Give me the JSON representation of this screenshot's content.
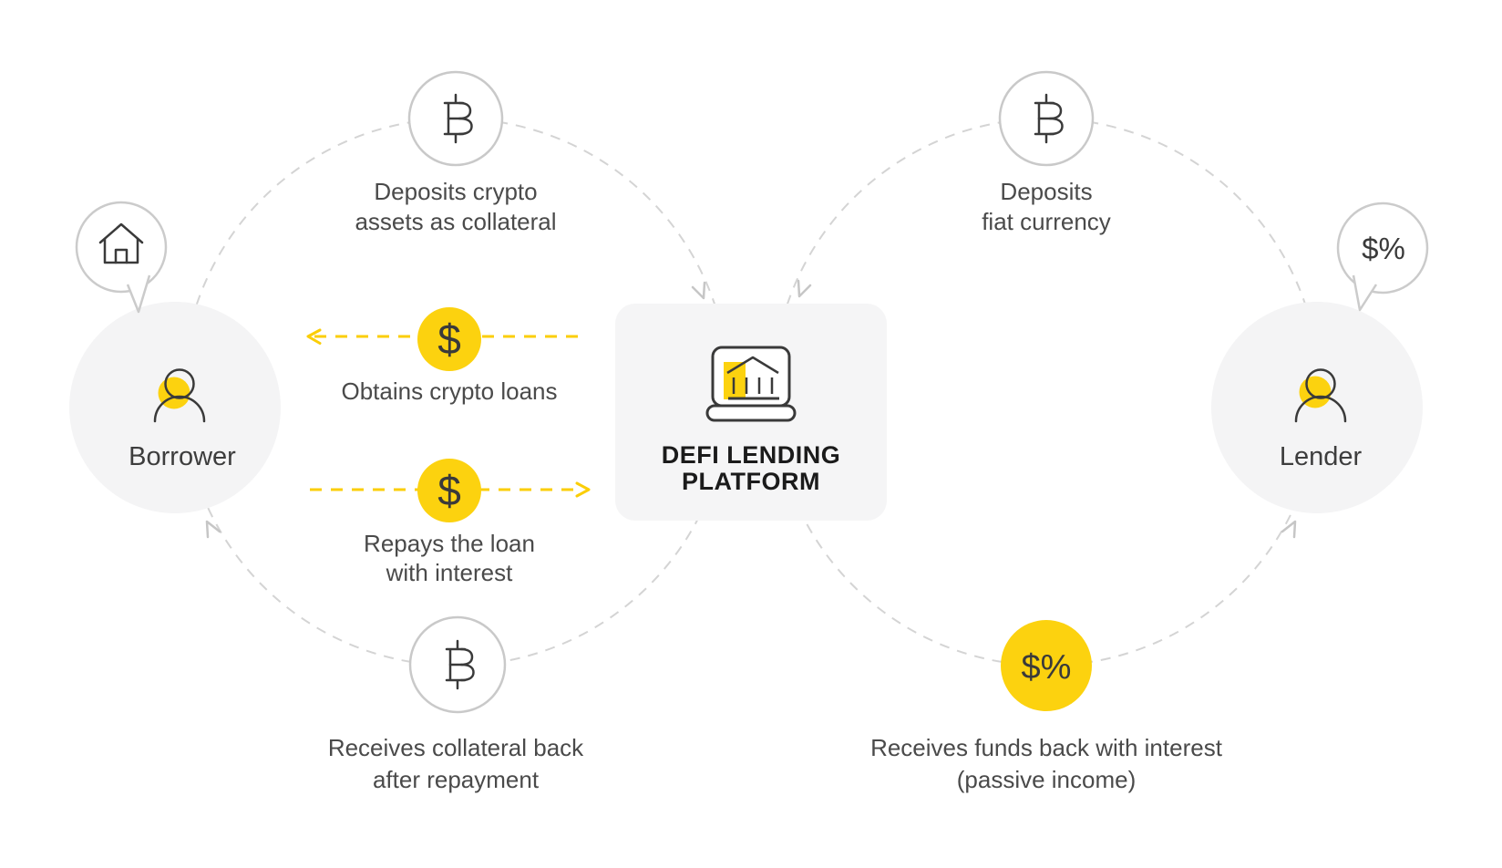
{
  "actors": {
    "borrower": {
      "label": "Borrower"
    },
    "lender": {
      "label": "Lender"
    },
    "platform": {
      "line1": "DEFI LENDING",
      "line2": "PLATFORM"
    }
  },
  "flows": {
    "deposits_collateral": {
      "line1": "Deposits crypto",
      "line2": "assets as collateral"
    },
    "obtains_loans": {
      "line1": "Obtains crypto loans"
    },
    "repays_loan": {
      "line1": "Repays the loan",
      "line2": "with interest"
    },
    "receives_collateral": {
      "line1": "Receives collateral back",
      "line2": "after repayment"
    },
    "deposits_fiat": {
      "line1": "Deposits",
      "line2": "fiat currency"
    },
    "receives_funds": {
      "line1": "Receives funds back with interest",
      "line2": "(passive income)"
    }
  },
  "symbols": {
    "dollar": "$",
    "dollar_percent": "$%"
  },
  "icons": {
    "bitcoin": "bitcoin-icon",
    "house": "house-icon",
    "person": "person-icon",
    "laptop_bank": "laptop-bank-icon"
  },
  "colors": {
    "accent_yellow": "#FCD20F",
    "arrow_yellow": "#FBCE07",
    "icon_stroke": "#3A3A3A",
    "dash_gray": "#D4D4D4",
    "node_outline_gray": "#C9C9C9",
    "actor_circle_fill": "#F4F4F5",
    "card_fill": "#F5F5F6",
    "text_primary": "#1B1B1B",
    "text_secondary": "#4A4A4A"
  }
}
